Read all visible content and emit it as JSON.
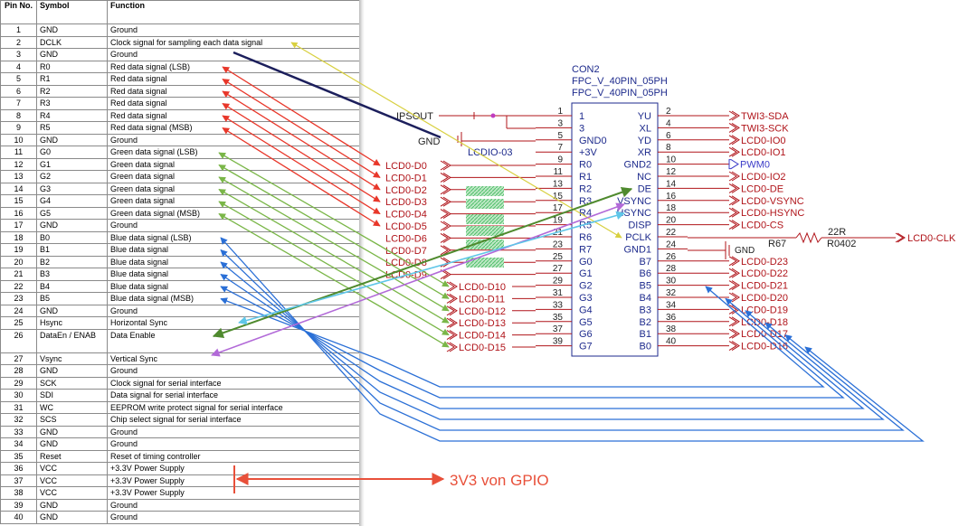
{
  "table": {
    "headers": {
      "pin": "Pin No.",
      "symbol": "Symbol",
      "function": "Function"
    },
    "rows": [
      {
        "pin": "1",
        "symbol": "GND",
        "function": "Ground"
      },
      {
        "pin": "2",
        "symbol": "DCLK",
        "function": "Clock signal for sampling each data signal"
      },
      {
        "pin": "3",
        "symbol": "GND",
        "function": "Ground"
      },
      {
        "pin": "4",
        "symbol": "R0",
        "function": "Red data signal (LSB)"
      },
      {
        "pin": "5",
        "symbol": "R1",
        "function": "Red data signal"
      },
      {
        "pin": "6",
        "symbol": "R2",
        "function": "Red data signal"
      },
      {
        "pin": "7",
        "symbol": "R3",
        "function": "Red data signal"
      },
      {
        "pin": "8",
        "symbol": "R4",
        "function": "Red data signal"
      },
      {
        "pin": "9",
        "symbol": "R5",
        "function": "Red data signal (MSB)"
      },
      {
        "pin": "10",
        "symbol": "GND",
        "function": "Ground"
      },
      {
        "pin": "11",
        "symbol": "G0",
        "function": "Green data signal (LSB)"
      },
      {
        "pin": "12",
        "symbol": "G1",
        "function": "Green data signal"
      },
      {
        "pin": "13",
        "symbol": "G2",
        "function": "Green data signal"
      },
      {
        "pin": "14",
        "symbol": "G3",
        "function": "Green data signal"
      },
      {
        "pin": "15",
        "symbol": "G4",
        "function": "Green data signal"
      },
      {
        "pin": "16",
        "symbol": "G5",
        "function": "Green data signal (MSB)"
      },
      {
        "pin": "17",
        "symbol": "GND",
        "function": "Ground"
      },
      {
        "pin": "18",
        "symbol": "B0",
        "function": "Blue data signal (LSB)"
      },
      {
        "pin": "19",
        "symbol": "B1",
        "function": "Blue data signal"
      },
      {
        "pin": "20",
        "symbol": "B2",
        "function": "Blue data signal"
      },
      {
        "pin": "21",
        "symbol": "B3",
        "function": "Blue data signal"
      },
      {
        "pin": "22",
        "symbol": "B4",
        "function": "Blue data signal"
      },
      {
        "pin": "23",
        "symbol": "B5",
        "function": "Blue data signal (MSB)"
      },
      {
        "pin": "24",
        "symbol": "GND",
        "function": "Ground"
      },
      {
        "pin": "25",
        "symbol": "Hsync",
        "function": "Horizontal Sync"
      },
      {
        "pin": "26",
        "symbol": "DataEn / ENAB",
        "function": "Data Enable"
      },
      {
        "pin": "27",
        "symbol": "Vsync",
        "function": "Vertical Sync"
      },
      {
        "pin": "28",
        "symbol": "GND",
        "function": "Ground"
      },
      {
        "pin": "29",
        "symbol": "SCK",
        "function": "Clock signal for serial interface"
      },
      {
        "pin": "30",
        "symbol": "SDI",
        "function": "Data signal for serial interface"
      },
      {
        "pin": "31",
        "symbol": "WC",
        "function": "EEPROM write protect signal for serial interface"
      },
      {
        "pin": "32",
        "symbol": "SCS",
        "function": "Chip select signal for serial interface"
      },
      {
        "pin": "33",
        "symbol": "GND",
        "function": "Ground"
      },
      {
        "pin": "34",
        "symbol": "GND",
        "function": "Ground"
      },
      {
        "pin": "35",
        "symbol": "Reset",
        "function": "Reset of timing controller"
      },
      {
        "pin": "36",
        "symbol": "VCC",
        "function": "+3.3V Power Supply"
      },
      {
        "pin": "37",
        "symbol": "VCC",
        "function": "+3.3V Power Supply"
      },
      {
        "pin": "38",
        "symbol": "VCC",
        "function": "+3.3V Power Supply"
      },
      {
        "pin": "39",
        "symbol": "GND",
        "function": "Ground"
      },
      {
        "pin": "40",
        "symbol": "GND",
        "function": "Ground"
      }
    ]
  },
  "connector": {
    "ref": "CON2",
    "value1": "FPC_V_40PIN_05PH",
    "value2": "FPC_V_40PIN_05PH",
    "left_pins": [
      {
        "num": "1",
        "name": "1"
      },
      {
        "num": "3",
        "name": "3"
      },
      {
        "num": "5",
        "name": "GND0"
      },
      {
        "num": "7",
        "name": "+3V"
      },
      {
        "num": "9",
        "name": "R0"
      },
      {
        "num": "11",
        "name": "R1"
      },
      {
        "num": "13",
        "name": "R2"
      },
      {
        "num": "15",
        "name": "R3"
      },
      {
        "num": "17",
        "name": "R4"
      },
      {
        "num": "19",
        "name": "R5"
      },
      {
        "num": "21",
        "name": "R6"
      },
      {
        "num": "23",
        "name": "R7"
      },
      {
        "num": "25",
        "name": "G0"
      },
      {
        "num": "27",
        "name": "G1"
      },
      {
        "num": "29",
        "name": "G2"
      },
      {
        "num": "31",
        "name": "G3"
      },
      {
        "num": "33",
        "name": "G4"
      },
      {
        "num": "35",
        "name": "G5"
      },
      {
        "num": "37",
        "name": "G6"
      },
      {
        "num": "39",
        "name": "G7"
      }
    ],
    "right_pins": [
      {
        "num": "2",
        "name": "YU"
      },
      {
        "num": "4",
        "name": "XL"
      },
      {
        "num": "6",
        "name": "YD"
      },
      {
        "num": "8",
        "name": "XR"
      },
      {
        "num": "10",
        "name": "GND2"
      },
      {
        "num": "12",
        "name": "NC"
      },
      {
        "num": "14",
        "name": "DE"
      },
      {
        "num": "16",
        "name": "VSYNC"
      },
      {
        "num": "18",
        "name": "HSYNC"
      },
      {
        "num": "20",
        "name": "DISP"
      },
      {
        "num": "22",
        "name": "PCLK"
      },
      {
        "num": "24",
        "name": "GND1"
      },
      {
        "num": "26",
        "name": "B7"
      },
      {
        "num": "28",
        "name": "B6"
      },
      {
        "num": "30",
        "name": "B5"
      },
      {
        "num": "32",
        "name": "B4"
      },
      {
        "num": "34",
        "name": "B3"
      },
      {
        "num": "36",
        "name": "B2"
      },
      {
        "num": "38",
        "name": "B1"
      },
      {
        "num": "40",
        "name": "B0"
      }
    ]
  },
  "nets": {
    "left": [
      "IPSOUT",
      "",
      "",
      "LCDIO-03",
      "",
      "LCD0-D0",
      "LCD0-D1",
      "LCD0-D2",
      "LCD0-D3",
      "LCD0-D4",
      "LCD0-D5",
      "LCD0-D6",
      "LCD0-D7",
      "LCD0-D8",
      "LCD0-D9",
      "LCD0-D10",
      "LCD0-D11",
      "LCD0-D12",
      "LCD0-D13",
      "LCD0-D14",
      "LCD0-D15"
    ],
    "right": [
      "TWI3-SDA",
      "TWI3-SCK",
      "LCD0-IO0",
      "LCD0-IO1",
      "PWM0",
      "LCD0-IO2",
      "LCD0-DE",
      "LCD0-VSYNC",
      "LCD0-HSYNC",
      "LCD0-CS",
      "",
      "",
      "LCD0-D23",
      "LCD0-D22",
      "LCD0-D21",
      "LCD0-D20",
      "LCD0-D19",
      "LCD0-D18",
      "LCD0-D17",
      "LCD0-D16"
    ],
    "gnd": "GND",
    "gnd_right": "GND",
    "resistor_ref": "R67",
    "resistor_value": "22R",
    "resistor_pkg": "R0402",
    "clk_net": "LCD0-CLK"
  },
  "annotation": {
    "text": "3V3 von GPIO"
  },
  "colors": {
    "red": "#e8372a",
    "green": "#7ab648",
    "darkgreen": "#4f8a2e",
    "blue": "#2a6fd6",
    "yellow": "#e8e05a",
    "navy": "#1c1f5c",
    "purple": "#b26ad8",
    "cyan": "#5fc6e8",
    "net": "#b0141a",
    "schematic_blue": "#1d2a8c",
    "hatch": "#4fbf6a",
    "annotation": "#e8503a"
  }
}
